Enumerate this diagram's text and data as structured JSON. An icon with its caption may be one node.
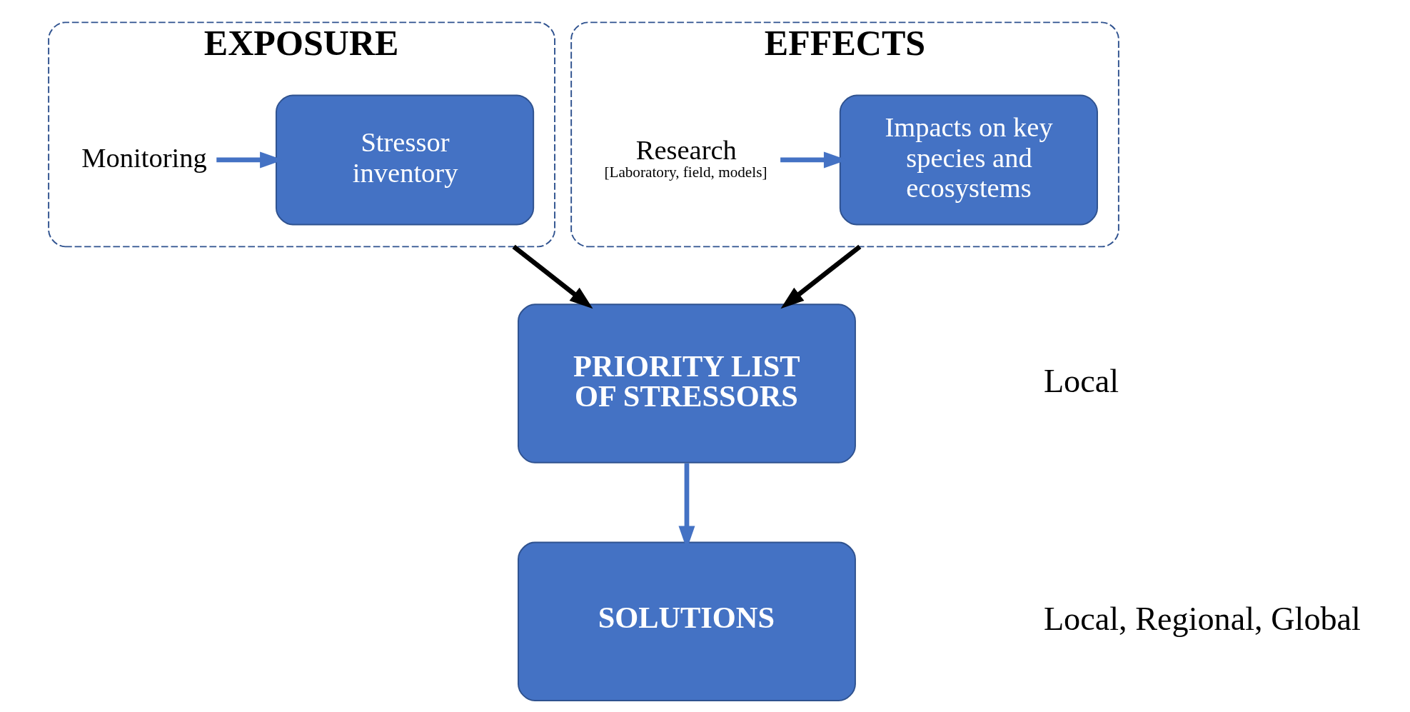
{
  "diagram": {
    "nodes": [
      {
        "text": [
          "EXPOSURE"
        ]
      },
      {
        "text": [
          "Monitoring"
        ],
        "in": 0
      },
      {
        "text": [
          "Stressor inventory"
        ],
        "in": 0
      },
      {
        "text": [
          "EFFECTS"
        ]
      },
      {
        "text": [
          "Impacts on key species and ecosystems"
        ],
        "in": 3
      },
      {
        "text": [
          "Research",
          "[Laboratory, field, models]"
        ],
        "in": 3
      },
      {
        "text": [
          "PRIORITY LIST OF STRESSORS"
        ]
      },
      {
        "text": [
          "SOLUTIONS"
        ]
      }
    ],
    "edges": [
      {
        "from": 1,
        "to": 2,
        "arrow": "to"
      },
      {
        "from": 5,
        "to": 4,
        "arrow": "to"
      },
      {
        "from": 0,
        "to": 6,
        "arrow": "to",
        "color": "#000000"
      },
      {
        "from": 3,
        "to": 6,
        "arrow": "to",
        "color": "#000000"
      },
      {
        "from": 6,
        "to": 7,
        "arrow": "to"
      }
    ],
    "labels": [
      "Local",
      "Local, Regional, Global"
    ]
  }
}
